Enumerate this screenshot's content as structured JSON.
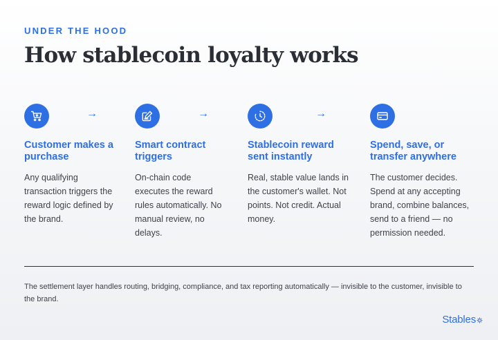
{
  "eyebrow": "UNDER THE HOOD",
  "title": "How stablecoin loyalty works",
  "accent_color": "#2f6fe4",
  "steps": [
    {
      "icon": "shopping-cart-icon",
      "title": "Customer makes a purchase",
      "description": "Any qualifying transaction triggers the reward logic defined by the brand."
    },
    {
      "icon": "contract-edit-icon",
      "title": "Smart contract triggers",
      "description": "On-chain code executes the reward rules automatically. No manual review, no delays."
    },
    {
      "icon": "clock-icon",
      "title": "Stablecoin reward sent instantly",
      "description": "Real, stable value lands in the customer's wallet. Not points. Not credit. Actual money."
    },
    {
      "icon": "credit-card-icon",
      "title": "Spend, save, or transfer anywhere",
      "description": "The customer decides. Spend at any accepting brand, combine balances, send to a friend — no permission needed."
    }
  ],
  "arrow_symbol": "→",
  "footnote": "The settlement layer handles routing, bridging, compliance, and tax reporting automatically — invisible to the customer, invisible to the brand.",
  "logo": {
    "text": "Stables",
    "icon": "gear-icon"
  }
}
